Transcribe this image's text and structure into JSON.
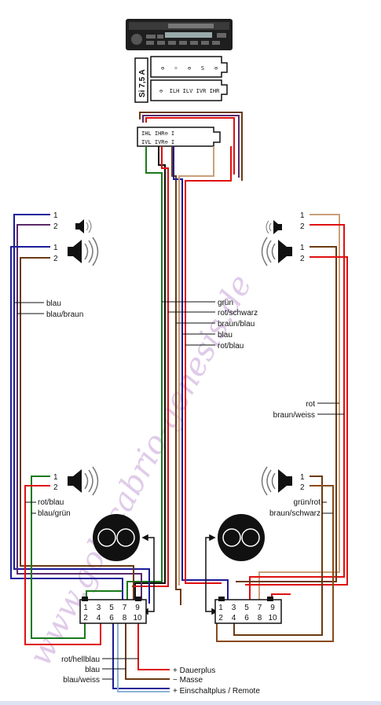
{
  "fuse": {
    "label": "Si 7,5 A"
  },
  "connector_top_row": [
    "⊖",
    "☼",
    "⊖",
    "S",
    "⊖"
  ],
  "connector_bottom_row": [
    "⊖",
    "ILH",
    "ILV",
    "IVR",
    "IHR"
  ],
  "adapter_labels": {
    "top": "IHL IHR⊖ I",
    "bottom": "IVL IVR⊖ I"
  },
  "speaker_pins": {
    "one": "1",
    "two": "2"
  },
  "left_side": {
    "top_wires": [
      "blau",
      "blau/braun"
    ],
    "bottom_wires": [
      "rot/blau",
      "blau/grün"
    ]
  },
  "center_wires": [
    "grün",
    "rot/schwarz",
    "braun/blau",
    "blau",
    "rot/blau"
  ],
  "right_side": {
    "top_wires": [
      "rot",
      "braun/weiss"
    ],
    "bottom_wires": [
      "grün/rot",
      "braun/schwarz"
    ]
  },
  "plug_pins": {
    "row1": [
      "1",
      "3",
      "5",
      "7",
      "9"
    ],
    "row2": [
      "2",
      "4",
      "6",
      "8",
      "10"
    ]
  },
  "bottom_left_wires": [
    "rot/hellblau",
    "blau",
    "blau/weiss"
  ],
  "power_labels": [
    "+ Dauerplus",
    "− Masse",
    "+ Einschaltplus / Remote"
  ],
  "watermark": "www.golf-cabrio-genesis.de",
  "colors": {
    "blue": "#1c1c9a",
    "brown": "#6b3a12",
    "red": "#e01010",
    "green": "#1a7a1a",
    "lightbrown": "#caa07a",
    "purple": "#5a2a6a",
    "dark": "#111111"
  }
}
